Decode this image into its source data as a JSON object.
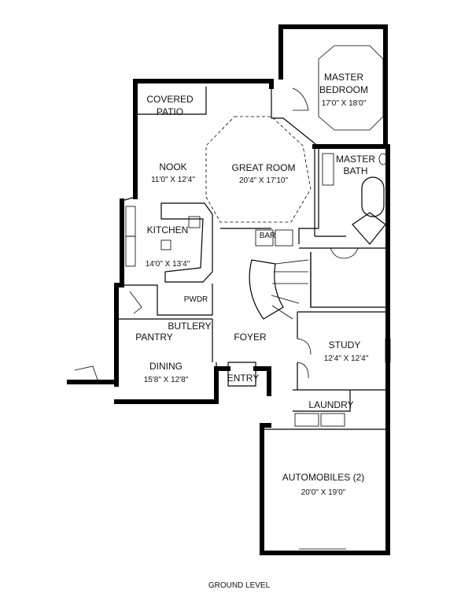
{
  "rooms": {
    "master_bedroom": {
      "name_line1": "MASTER",
      "name_line2": "BEDROOM",
      "size": "17'0\" X 18'0\""
    },
    "covered_patio": {
      "name_line1": "COVERED",
      "name_line2": "PATIO"
    },
    "nook": {
      "name": "NOOK",
      "size": "11'0\" X 12'4\""
    },
    "great_room": {
      "name": "GREAT ROOM",
      "size": "20'4\" X 17'10\""
    },
    "master_bath": {
      "name_line1": "MASTER",
      "name_line2": "BATH"
    },
    "kitchen": {
      "name": "KITCHEN",
      "size": "14'0\" X 13'4\""
    },
    "bar": {
      "name": "BAR"
    },
    "powder": {
      "name": "PWDR"
    },
    "butlery": {
      "name": "BUTLERY"
    },
    "pantry": {
      "name": "PANTRY"
    },
    "foyer": {
      "name": "FOYER"
    },
    "study": {
      "name": "STUDY",
      "size": "12'4\" X 12'4\""
    },
    "dining": {
      "name": "DINING",
      "size": "15'8\" X 12'8\""
    },
    "entry": {
      "name": "ENTRY"
    },
    "laundry": {
      "name": "LAUNDRY"
    },
    "garage": {
      "name": "AUTOMOBILES (2)",
      "size": "20'0\" X 19'0\""
    }
  },
  "caption": "GROUND LEVEL"
}
